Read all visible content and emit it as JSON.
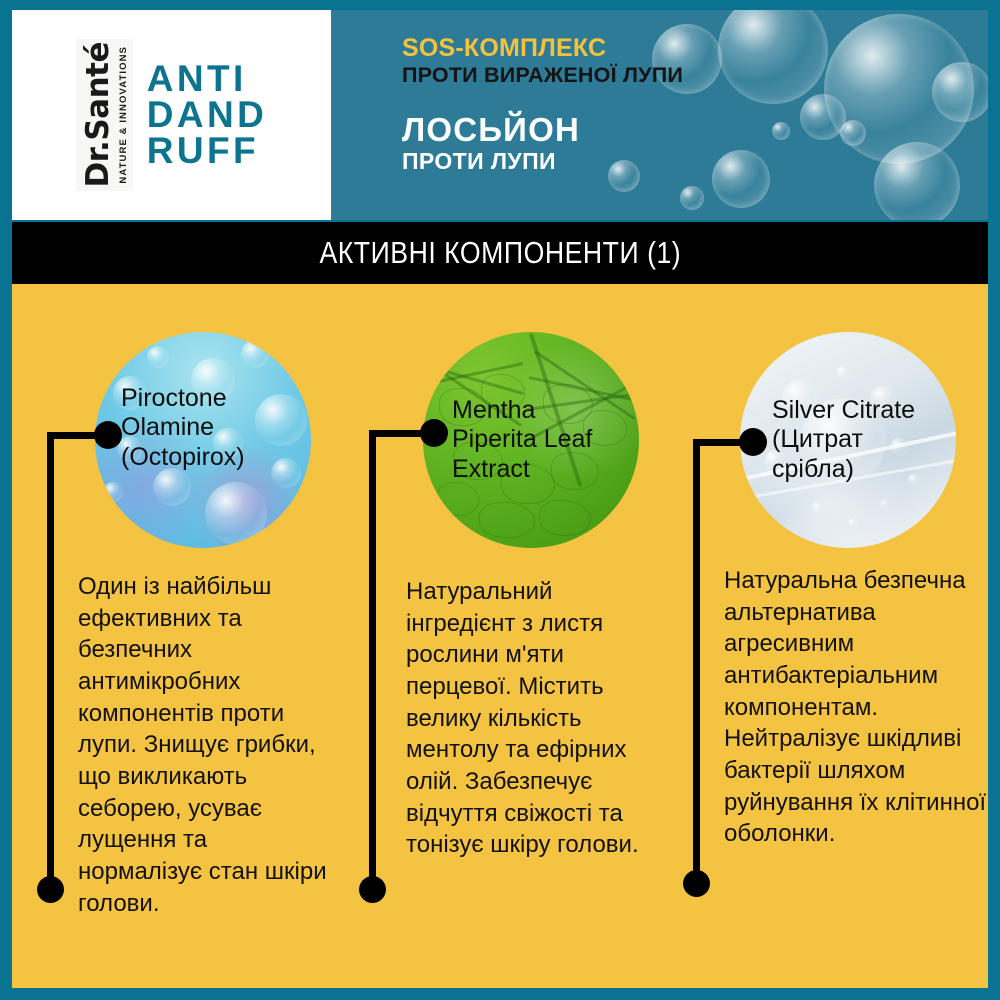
{
  "colors": {
    "border_teal": "#0a7391",
    "header_teal": "#2d7b96",
    "accent_yellow": "#f5c23e",
    "body_yellow": "#f5c342",
    "brand_blue": "#0d7490",
    "banner_black": "#000000"
  },
  "header": {
    "logo": {
      "brand": "Dr.Santé",
      "tagline": "NATURE & INNOVATIONS",
      "product_lines": [
        "ANTI",
        "DAND",
        "RUFF"
      ]
    },
    "sos_title": "SOS-КОМПЛЕКС",
    "sos_subtitle": "ПРОТИ ВИРАЖЕНОЇ ЛУПИ",
    "product_name": "ЛОСЬЙОН",
    "product_subtitle": "ПРОТИ ЛУПИ"
  },
  "banner": {
    "title": "АКТИВНІ КОМПОНЕНТИ (1)"
  },
  "ingredients": [
    {
      "label": "Piroctone\nOlamine\n(Octopirox)",
      "image": "bubbles-molecules-image",
      "description": "Один із найбільш ефективних та безпечних антимікробних компонентів проти лупи. Знищує грибки, що викликають себорею, усуває лущення та нормалізує стан шкіри голови."
    },
    {
      "label": "Mentha\nPiperita Leaf\nExtract",
      "image": "mint-leaf-image",
      "description": "Натуральний інгредієнт з листя рослини м'яти перцевої. Містить велику кількість ментолу та ефірних олій. Забезпечує відчуття свіжості та тонізує шкіру голови."
    },
    {
      "label": "Silver Citrate\n(Цитрат\nсрібла)",
      "image": "silver-water-image",
      "description": "Натуральна безпечна альтернатива агресивним антибактеріальним компонентам. Нейтралізує шкідливі бактерії шляхом руйнування їх клітинної оболонки."
    }
  ]
}
